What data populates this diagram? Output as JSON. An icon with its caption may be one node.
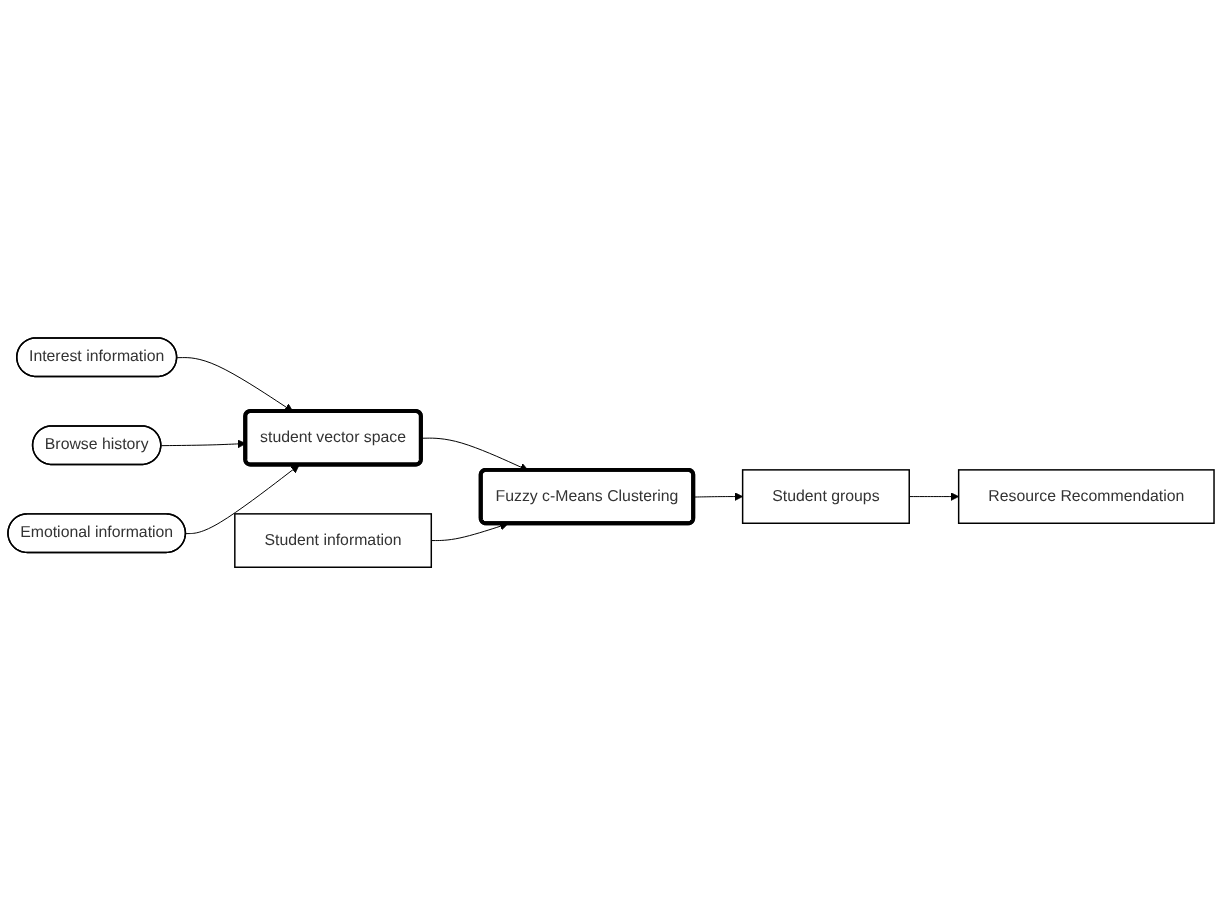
{
  "diagram": {
    "nodes": [
      {
        "text": [
          "Interest information"
        ]
      },
      {
        "text": [
          "Browse history"
        ]
      },
      {
        "text": [
          "Emotional information"
        ]
      },
      {
        "text": [
          "student vector space"
        ]
      },
      {
        "text": [
          "Fuzzy c-Means Clustering"
        ]
      },
      {
        "text": [
          "Student information"
        ]
      },
      {
        "text": [
          "Student groups"
        ]
      },
      {
        "text": [
          "Resource Recommendation"
        ]
      }
    ],
    "edges": [
      {
        "from": 0,
        "to": 3,
        "arrow": "to"
      },
      {
        "from": 1,
        "to": 3,
        "arrow": "to"
      },
      {
        "from": 2,
        "to": 3,
        "arrow": "to"
      },
      {
        "from": 3,
        "to": 4,
        "arrow": "to"
      },
      {
        "from": 5,
        "to": 4,
        "arrow": "to"
      },
      {
        "from": 4,
        "to": 6,
        "arrow": "to"
      },
      {
        "from": 6,
        "to": 7,
        "arrow": "to"
      }
    ]
  }
}
